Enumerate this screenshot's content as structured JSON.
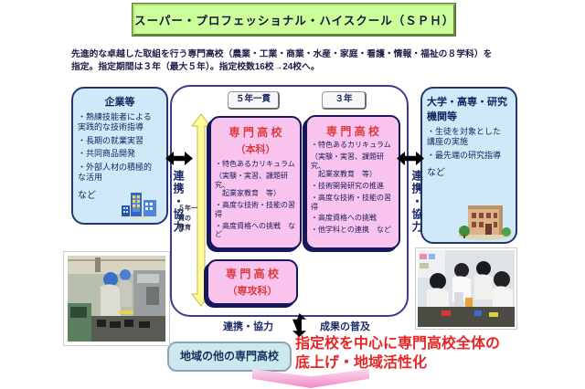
{
  "title": "スーパー・プロフェッショナル・ハイスクール（ＳＰＨ）",
  "description": "先進的な卓越した取組を行う専門高校（農業・工業・商業・水産・家庭・看護・情報・福祉の８学科）を\n指定。指定期間は３年（最大５年）。指定校数16校→24校へ。",
  "left_panel": {
    "title": "企業等",
    "items": {
      "0": "・熟練技能者による\n実践的な技術指導",
      "1": "・長期の就業実習",
      "2": "・共同商品開発",
      "3": "・外部人材の積極的\nな活用"
    },
    "etc": "など",
    "icon": "office-buildings-icon"
  },
  "right_panel": {
    "title": "大学・高専・研究\n機関等",
    "items": {
      "0": "・生徒を対象とした\n講座の実施",
      "1": "・最先端の研究指導"
    },
    "etc": "など",
    "icon": "university-building-icon"
  },
  "center": {
    "label_5year": "５年一貫",
    "label_3year": "３年",
    "yellow_arrow_label": "５年一\n貫の\n教育",
    "box_honka": {
      "title": "専 門 高 校",
      "subtitle": "（本科）",
      "items": {
        "0": "・特色あるカリキュラム",
        "1": "（実験・実習、課題研究、\n　起業家教育　等）",
        "2": "・高度な技術・技能の習得",
        "3": "・高度資格への挑戦　など"
      }
    },
    "box_3year": {
      "title": "専 門 高 校",
      "items": {
        "0": "・特色あるカリキュラム",
        "1": "（実験・実習、課題研究、\n　起業家教育　等）",
        "2": "・技術開発研究の推進",
        "3": "・高度な技術・技能の習得",
        "4": "・高度資格への挑戦",
        "5": "・他学科との連携　など"
      }
    },
    "box_senkoka": {
      "title": "専 門 高 校",
      "subtitle": "（専攻科）"
    }
  },
  "side_links": {
    "left": "連携・協力",
    "right": "連携・協力"
  },
  "bottom": {
    "renkei": "連携・協力",
    "seika": "成果の普及",
    "region_box": "地域の他の専門高校",
    "highlight": "指定校を中心に専門高校全体の\n底上げ・地域活性化"
  },
  "icons": {
    "left_panel": "office-buildings-icon",
    "right_panel": "university-building-icon",
    "photos": [
      "workshop-photo",
      "lab-photo"
    ]
  },
  "colors": {
    "title_green": "#ccff99",
    "panel_blue": "#cfe9f8",
    "pink_box": "#f8c3ec",
    "pink_title_red": "#dd3a40",
    "highlight_red": "#e62626",
    "navy_text": "#1b2a66",
    "yellow_arrow": "#fffb9d",
    "region_box_cyan": "#cde9ef",
    "chevron_pink": "#ee8ac7"
  }
}
